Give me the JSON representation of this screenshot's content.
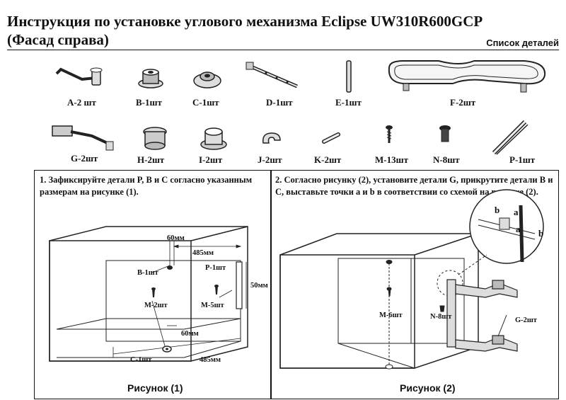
{
  "header": {
    "title_line1": "Инструкция по установке углового механизма Eclipse UW310R600GCP",
    "title_line2": "(Фасад справа)",
    "parts_list_label": "Список деталей"
  },
  "parts": [
    {
      "label": "A-2 шт",
      "icon": "bracket-arm-icon"
    },
    {
      "label": "B-1шт",
      "icon": "knob-icon"
    },
    {
      "label": "C-1шт",
      "icon": "flange-icon"
    },
    {
      "label": "D-1шт",
      "icon": "rod-icon"
    },
    {
      "label": "E-1шт",
      "icon": "pin-icon"
    },
    {
      "label": "F-2шт",
      "icon": "tray-icon"
    },
    {
      "label": "G-2шт",
      "icon": "arm-icon"
    },
    {
      "label": "H-2шт",
      "icon": "bushing-icon"
    },
    {
      "label": "I-2шт",
      "icon": "ring-icon"
    },
    {
      "label": "J-2шт",
      "icon": "clip-icon"
    },
    {
      "label": "K-2шт",
      "icon": "dowel-icon"
    },
    {
      "label": "M-13шт",
      "icon": "screw-icon"
    },
    {
      "label": "N-8шт",
      "icon": "bolt-icon"
    },
    {
      "label": "P-1шт",
      "icon": "rail-icon"
    }
  ],
  "step1": {
    "text": "1. Зафиксируйте детали P, B и C согласно указанным размерам на рисунке (1).",
    "figure_caption": "Рисунок (1)",
    "labels": {
      "dim_top_60": "60мм",
      "dim_top_485": "485мм",
      "b": "B-1шт",
      "p": "P-1шт",
      "dim_50": "50мм",
      "m2": "M-2шт",
      "m5": "M-5шт",
      "dim_bottom_60": "60мм",
      "c": "C-1шт",
      "dim_bottom_485": "485мм"
    }
  },
  "step2": {
    "text": "2. Согласно рисунку (2), установите детали G, прикрутите детали B и C, выставьте точки a и b в соответствии со схемой на рисунке (2).",
    "figure_caption": "Рисунок (2)",
    "labels": {
      "m6": "M-6шт",
      "n8": "N-8шт",
      "g2": "G-2шт",
      "point_b1": "b",
      "point_a1": "a",
      "point_a2": "a",
      "point_b2": "b"
    }
  }
}
